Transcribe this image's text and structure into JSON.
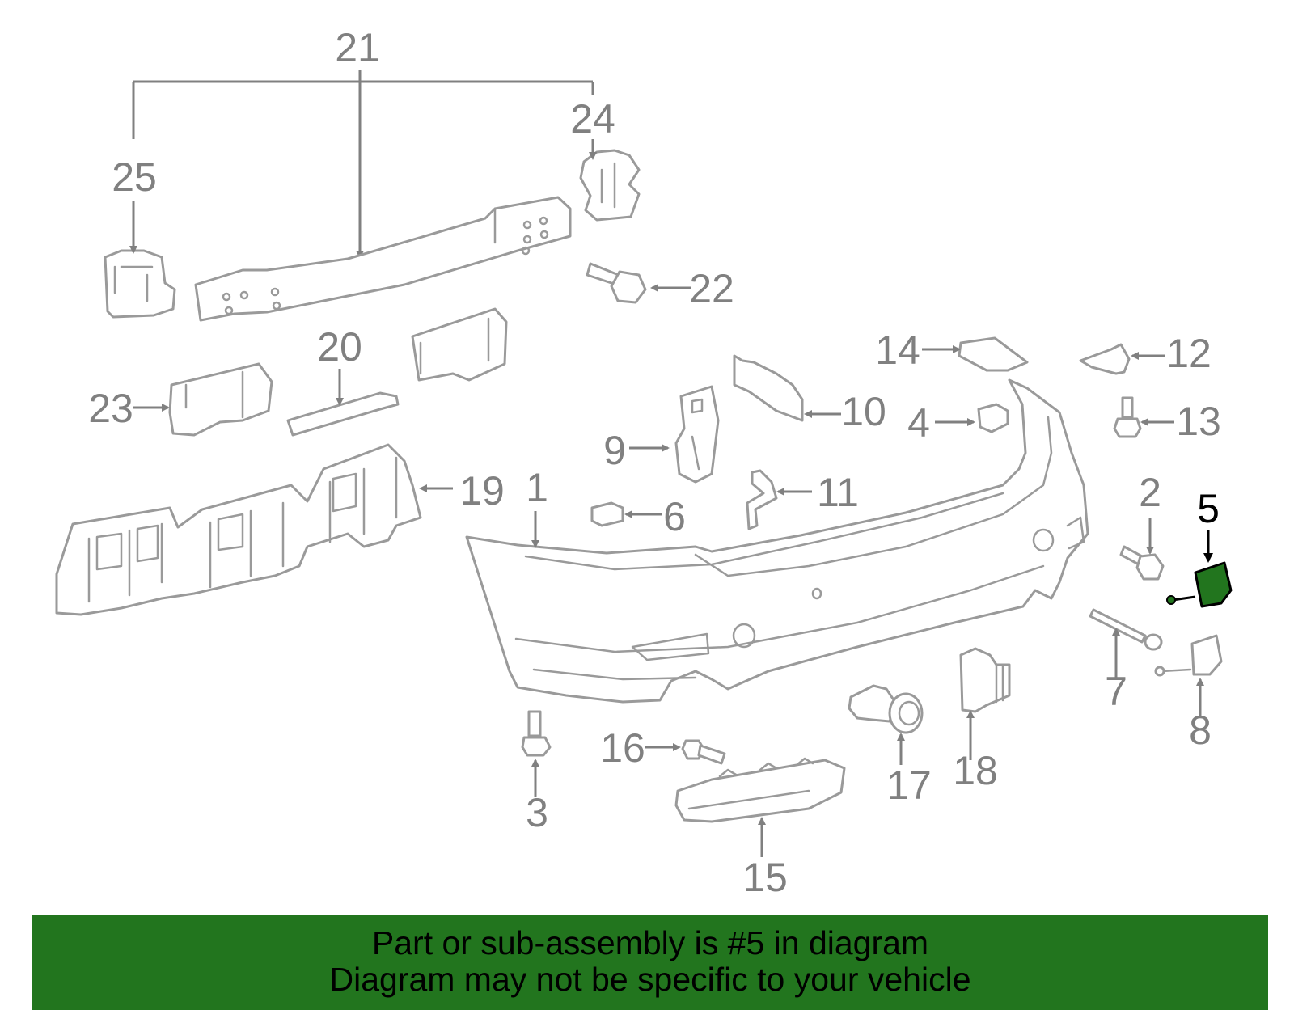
{
  "diagram": {
    "highlighted_part": "5",
    "colors": {
      "label": "#808080",
      "highlight": "#000000",
      "part_stroke": "#9a9a9a",
      "selected_part_fill": "#22751e",
      "banner": "#22751e"
    },
    "callouts": [
      "1",
      "2",
      "3",
      "4",
      "5",
      "6",
      "7",
      "8",
      "9",
      "10",
      "11",
      "12",
      "13",
      "14",
      "15",
      "16",
      "17",
      "18",
      "19",
      "20",
      "21",
      "22",
      "23",
      "24",
      "25"
    ]
  },
  "banner": {
    "line1": "Part or sub-assembly is #5 in diagram",
    "line2": "Diagram may not be specific to your vehicle"
  }
}
